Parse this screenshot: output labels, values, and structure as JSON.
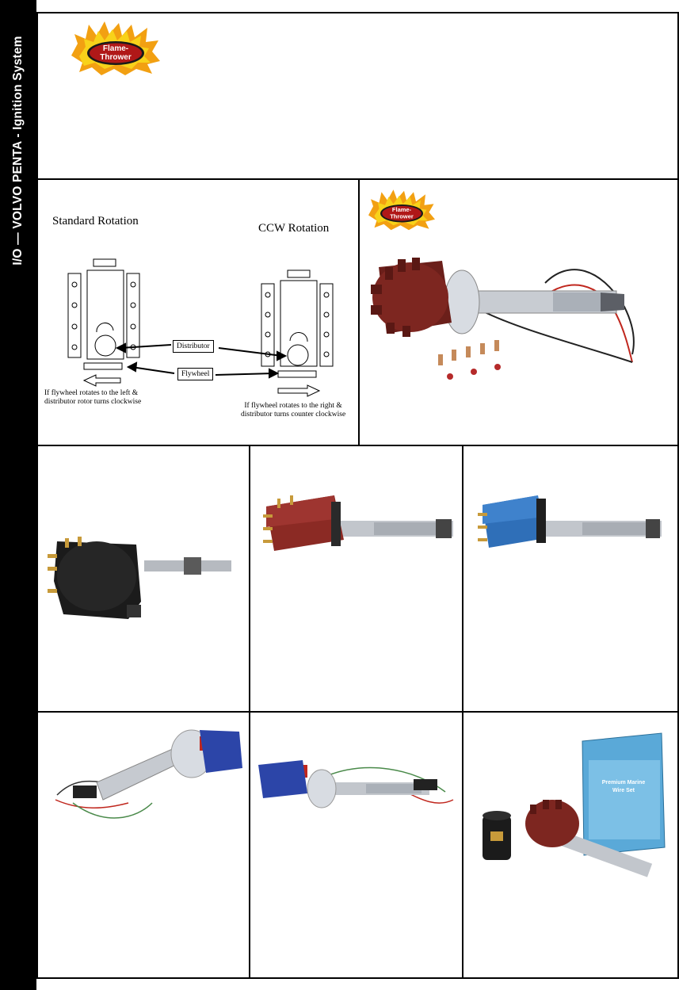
{
  "sidebar": {
    "title": "I/O — VOLVO PENTA - Ignition System"
  },
  "logo": {
    "text_line1": "Flame-",
    "text_line2": "Thrower"
  },
  "diagram": {
    "standard_title": "Standard Rotation",
    "ccw_title": "CCW Rotation",
    "distributor_label": "Distributor",
    "flywheel_label": "Flywheel",
    "standard_caption_1": "If flywheel rotates to the left &",
    "standard_caption_2": "distributor rotor turns clockwise",
    "ccw_caption_1": "If flywheel rotates to the right &",
    "ccw_caption_2": "distributor turns counter clockwise"
  },
  "box": {
    "line1": "Premium Marine",
    "line2": "Wire Set"
  }
}
